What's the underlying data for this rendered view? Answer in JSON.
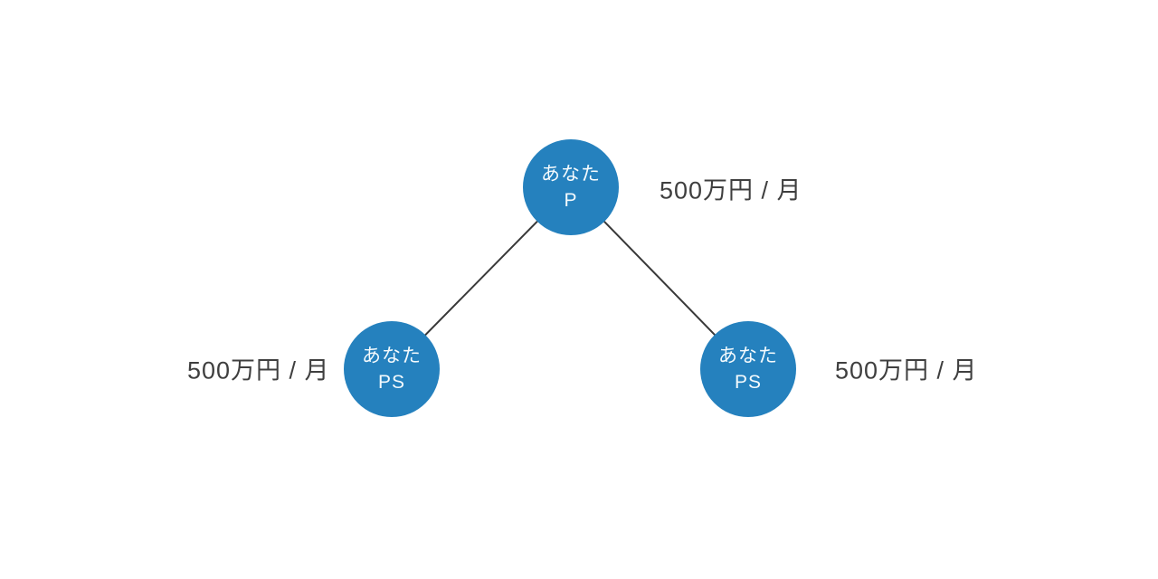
{
  "diagram": {
    "title": "binary-network-tree",
    "nodes": [
      {
        "id": "top",
        "line1": "あなた",
        "line2": "P",
        "annotation": "500万円 / 月",
        "annotation_side": "right"
      },
      {
        "id": "left",
        "line1": "あなた",
        "line2": "PS",
        "annotation": "500万円 / 月",
        "annotation_side": "left"
      },
      {
        "id": "right",
        "line1": "あなた",
        "line2": "PS",
        "annotation": "500万円 / 月",
        "annotation_side": "right"
      }
    ],
    "edges": [
      {
        "from": "top",
        "to": "left"
      },
      {
        "from": "top",
        "to": "right"
      }
    ],
    "colors": {
      "node_fill": "#2581BE",
      "node_text": "#F4FAFD",
      "edge": "#383838",
      "annotation_text": "#3F3F3F",
      "background": "#FFFFFF"
    }
  }
}
